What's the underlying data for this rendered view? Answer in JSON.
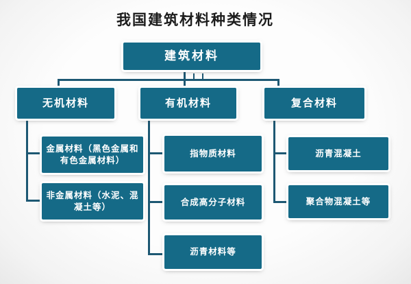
{
  "title": "我国建筑材料种类情况",
  "colors": {
    "box_fill": "#156a87",
    "box_text": "#ffffff",
    "line": "#1d5873",
    "title_text": "#1c1c1c"
  },
  "tree": {
    "root": {
      "label": "建筑材料"
    },
    "branches": [
      {
        "label": "无机材料",
        "children": [
          "金属材料（黑色金属和有色金属材料）",
          "非金属材料（水泥、混凝土等）"
        ]
      },
      {
        "label": "有机材料",
        "children": [
          "指物质材料",
          "合成高分子材料",
          "沥青材料等"
        ]
      },
      {
        "label": "复合材料",
        "children": [
          "沥青混凝土",
          "聚合物混凝土等"
        ]
      }
    ]
  }
}
